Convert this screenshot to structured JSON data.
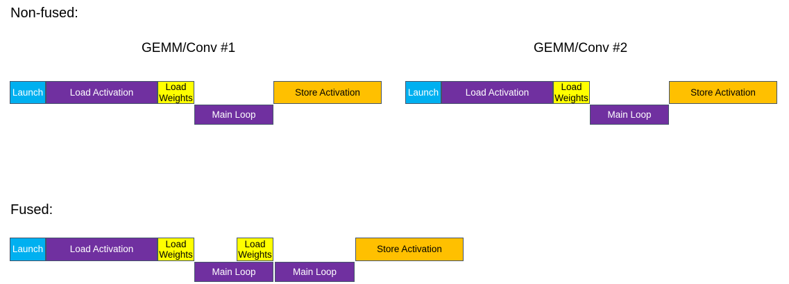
{
  "colors": {
    "launch": "#00B0F0",
    "purple": "#7030A0",
    "yellow": "#FFFF00",
    "orange": "#FFC000",
    "border": "#44546A",
    "background": "#FFFFFF",
    "title_text": "#000000"
  },
  "non_fused": {
    "heading": "Non-fused:",
    "groups": [
      {
        "title": "GEMM/Conv #1",
        "blocks": [
          {
            "label": "Launch"
          },
          {
            "label": "Load Activation"
          },
          {
            "label": "Load Weights"
          },
          {
            "label": "Main Loop"
          },
          {
            "label": "Store Activation"
          }
        ]
      },
      {
        "title": "GEMM/Conv #2",
        "blocks": [
          {
            "label": "Launch"
          },
          {
            "label": "Load Activation"
          },
          {
            "label": "Load Weights"
          },
          {
            "label": "Main Loop"
          },
          {
            "label": "Store Activation"
          }
        ]
      }
    ]
  },
  "fused": {
    "heading": "Fused:",
    "blocks": [
      {
        "label": "Launch"
      },
      {
        "label": "Load Activation"
      },
      {
        "label": "Load Weights"
      },
      {
        "label": "Main Loop"
      },
      {
        "label": "Load Weights"
      },
      {
        "label": "Main Loop"
      },
      {
        "label": "Store Activation"
      }
    ]
  }
}
